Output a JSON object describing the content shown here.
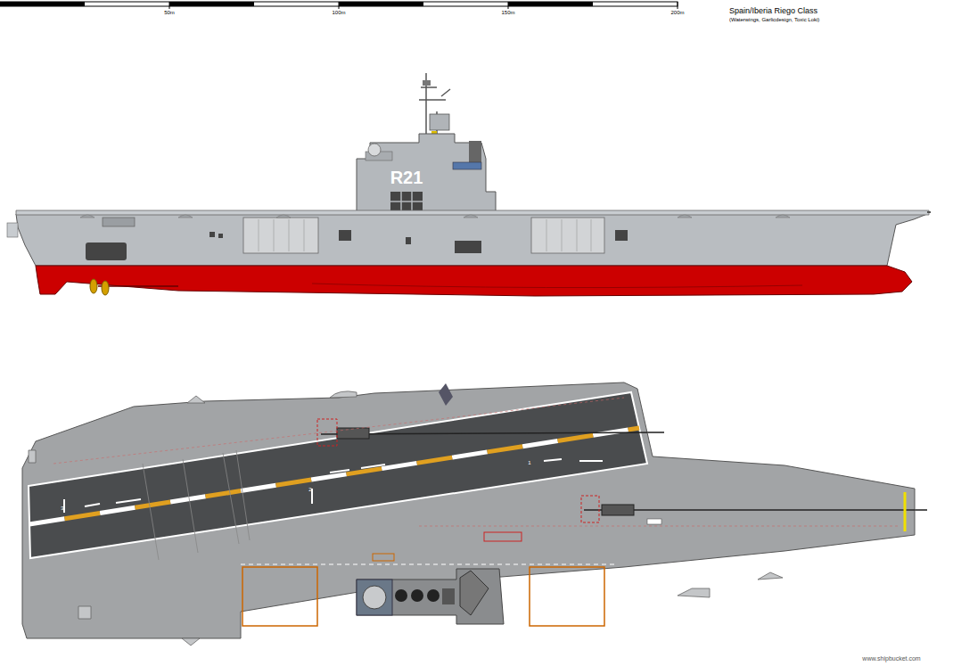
{
  "diagram": {
    "title": "Spain/Iberia Riego Class",
    "labels": [
      "(Waterwings, Garlicdesign, Toxic Loki)",
      "50m",
      "100m",
      "150m",
      "200m",
      "R21",
      "3",
      "2",
      "1",
      "www.shipbucket.com"
    ]
  }
}
